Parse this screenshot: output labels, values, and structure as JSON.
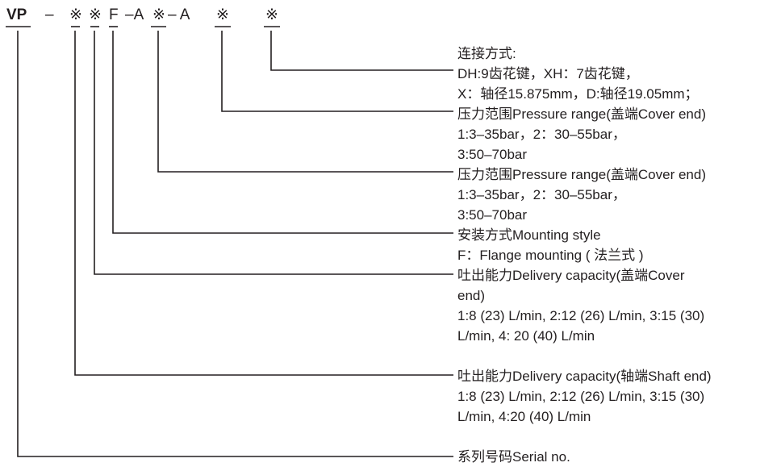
{
  "code": {
    "series": "VP",
    "dash1": "–",
    "mark1": "※",
    "mark2": "※",
    "mounting": "F",
    "part_a1": "–A",
    "mark3": "※",
    "part_a2": "– A",
    "mark4": "※",
    "mark5": "※"
  },
  "blocks": {
    "connection": [
      "连接方式:",
      "DH:9齿花键，XH：7齿花键，",
      "X：轴径15.875mm，D:轴径19.05mm；"
    ],
    "pressure_cover_2": [
      "压力范围Pressure range(盖端Cover end)",
      "1:3–35bar，2：30–55bar，",
      "3:50–70bar"
    ],
    "pressure_cover_1": [
      "压力范围Pressure range(盖端Cover end)",
      "1:3–35bar，2：30–55bar，",
      "3:50–70bar"
    ],
    "mounting": [
      "安装方式Mounting style",
      "F：Flange mounting ( 法兰式 )"
    ],
    "delivery_cover": [
      "吐出能力Delivery capacity(盖端Cover",
      "end)",
      "1:8 (23) L/min, 2:12 (26) L/min, 3:15 (30)",
      "L/min, 4: 20 (40) L/min"
    ],
    "delivery_shaft": [
      "吐出能力Delivery capacity(轴端Shaft end)",
      "1:8 (23) L/min, 2:12 (26) L/min, 3:15 (30)",
      "L/min, 4:20 (40) L/min"
    ],
    "serial": [
      "系列号码Serial no."
    ]
  }
}
